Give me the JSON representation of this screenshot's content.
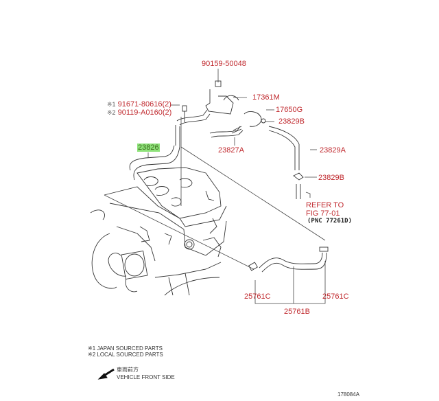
{
  "parts": {
    "p90159": "90159-50048",
    "p17361M": "17361M",
    "p17650G": "17650G",
    "p23829B_top": "23829B",
    "p23827A": "23827A",
    "p23829A": "23829A",
    "p23829B_mid": "23829B",
    "p23826": "23826",
    "p91671_prefix": "※1",
    "p91671": "91671-80616(2)",
    "p90119_prefix": "※2",
    "p90119": "90119-A0160(2)",
    "p25761C_left": "25761C",
    "p25761C_right": "25761C",
    "p25761B": "25761B"
  },
  "refer": {
    "line1": "REFER TO",
    "line2": "FIG 77-01",
    "pnc": "(PNC 77261D)"
  },
  "notes": {
    "note1": "※1 JAPAN SOURCED PARTS",
    "note2": "※2 LOCAL SOURCED PARTS",
    "direction_jp": "車両前方",
    "direction_en": "VEHICLE FRONT SIDE"
  },
  "diagram_id": "178084A",
  "colors": {
    "label_red": "#c0282d",
    "highlight_green": "#8ee27a"
  }
}
